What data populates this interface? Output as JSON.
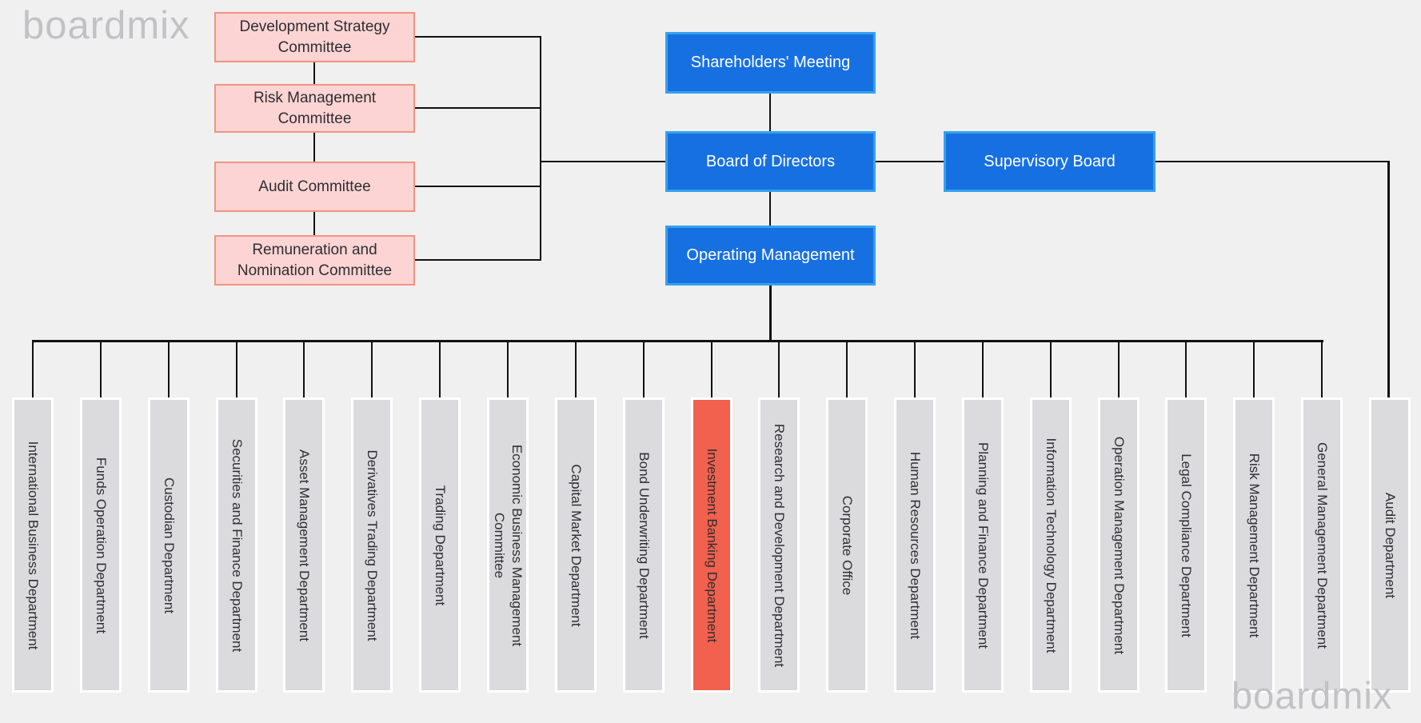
{
  "watermarks": {
    "top_left": "boardmix",
    "bottom_right": "boardmix"
  },
  "colors": {
    "background": "#F0F0F1",
    "line": "#111111",
    "blue_fill": "#1770E2",
    "blue_border": "#35A1EC",
    "blue_text": "#FFFFFF",
    "pink_fill": "#FCD4D3",
    "pink_border": "#F2947F",
    "dept_fill": "#DBDBDD",
    "dept_border": "#FFFFFF",
    "highlight_fill": "#F2604E",
    "text_dark": "#2E2E33",
    "watermark": "#C2C2C5"
  },
  "committees": {
    "items": [
      {
        "label": "Development Strategy Committee"
      },
      {
        "label": "Risk Management Committee"
      },
      {
        "label": "Audit Committee"
      },
      {
        "label": "Remuneration and Nomination Committee"
      }
    ]
  },
  "executives": {
    "items": [
      {
        "label": "Shareholders' Meeting"
      },
      {
        "label": "Board of Directors"
      },
      {
        "label": "Supervisory Board"
      },
      {
        "label": "Operating Management"
      }
    ]
  },
  "departments": {
    "items": [
      {
        "label": "International Business Department"
      },
      {
        "label": "Funds Operation Department"
      },
      {
        "label": "Custodian Department"
      },
      {
        "label": "Securities and Finance Department"
      },
      {
        "label": "Asset Management Department"
      },
      {
        "label": "Derivatives Trading Department"
      },
      {
        "label": "Trading Department"
      },
      {
        "label": "Economic Business Management\nCommittee"
      },
      {
        "label": "Capital Market Department"
      },
      {
        "label": "Bond Underwriting Department"
      },
      {
        "label": "Investment Banking Department",
        "highlight": true
      },
      {
        "label": "Research and Development Department"
      },
      {
        "label": "Corporate Office"
      },
      {
        "label": "Human Resources Department"
      },
      {
        "label": "Planning and Finance Department"
      },
      {
        "label": "Information Technology Department"
      },
      {
        "label": "Operation Management Department"
      },
      {
        "label": "Legal Compliance Department"
      },
      {
        "label": "Risk Management Department"
      },
      {
        "label": "General Management Department"
      },
      {
        "label": "Audit Department"
      }
    ]
  }
}
